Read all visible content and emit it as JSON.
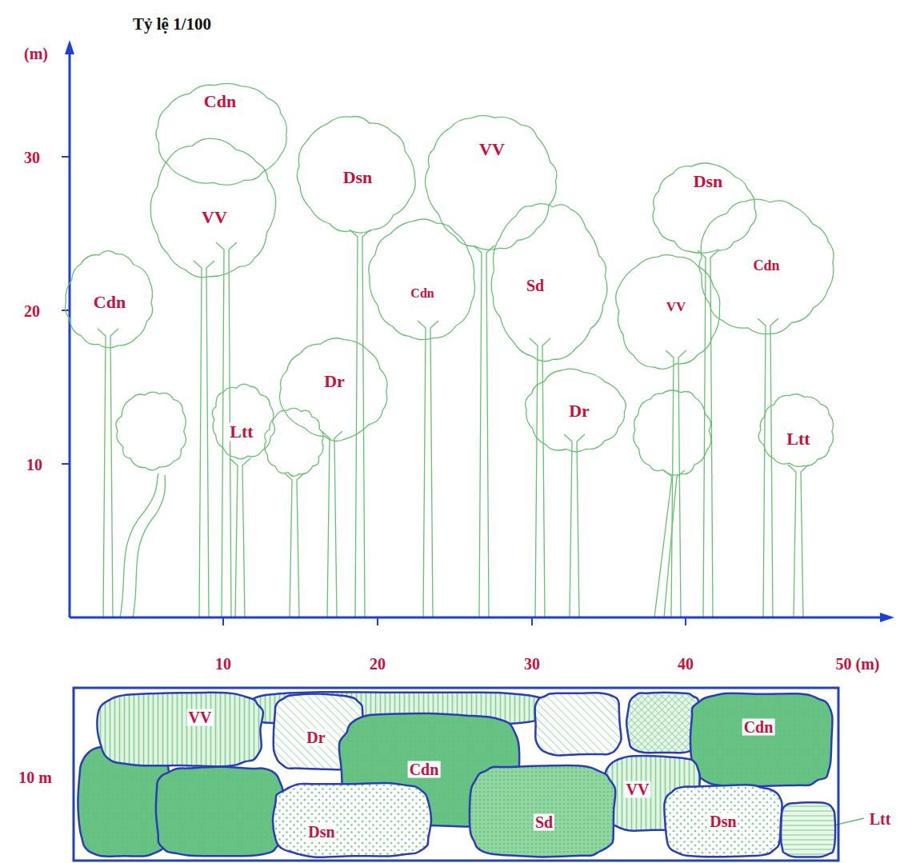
{
  "diagram": {
    "nodes": [
      {
        "text": [
          "Cdn"
        ]
      },
      {
        "text": [
          "VV"
        ]
      },
      {
        "text": [
          "Dsn"
        ]
      },
      {
        "text": [
          "Dsn"
        ]
      },
      {
        "text": [
          "VV"
        ]
      },
      {
        "text": [
          "Cdn"
        ]
      },
      {
        "text": [
          "Sd"
        ]
      },
      {
        "text": [
          "Cdn"
        ]
      },
      {
        "text": [
          "Cdn"
        ]
      },
      {
        "text": [
          "VV"
        ]
      },
      {
        "text": [
          "Dr"
        ]
      },
      {
        "text": [
          "Dr"
        ]
      },
      {
        "text": [
          "Ltt"
        ]
      },
      {
        "text": [
          "Ltt"
        ]
      },
      {
        "text": [
          "VV"
        ]
      },
      {
        "text": [
          "Cdn"
        ]
      },
      {
        "text": [
          "Dr"
        ]
      },
      {
        "text": [
          "Cdn"
        ]
      },
      {
        "text": [
          "VV"
        ]
      },
      {
        "text": [
          "Ltt"
        ]
      },
      {
        "text": [
          "Dsn"
        ]
      },
      {
        "text": [
          "Sd"
        ]
      },
      {
        "text": [
          "Dsn"
        ]
      }
    ],
    "labels": [
      "Tỷ lệ 1/100",
      "(m)",
      "30",
      "20",
      "10",
      "10",
      "20",
      "30",
      "40",
      "50 (m)",
      "10 m"
    ]
  }
}
